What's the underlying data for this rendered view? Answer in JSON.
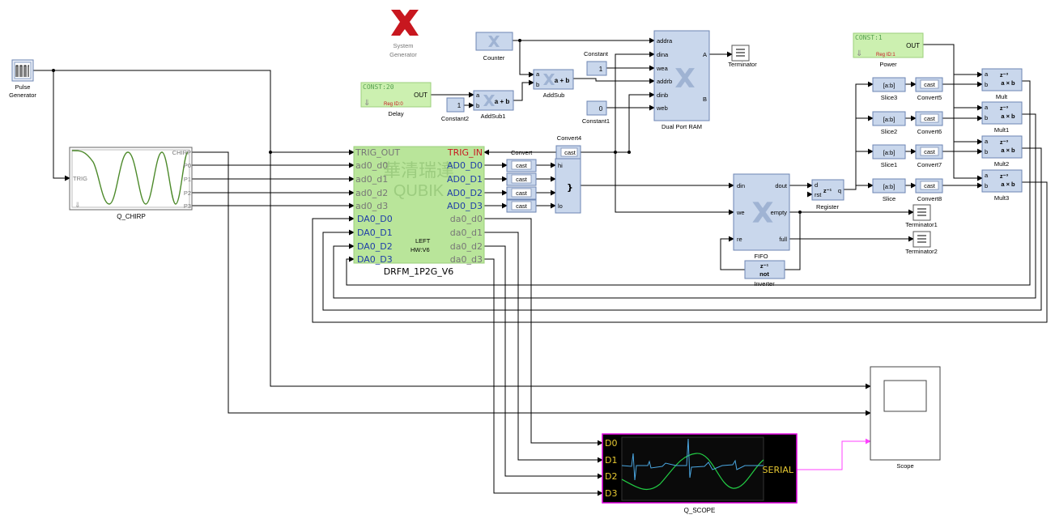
{
  "logo": {
    "line1": "System",
    "line2": "Generator"
  },
  "pulse_generator": {
    "label": "Pulse\nGenerator",
    "line1": "Pulse",
    "line2": "Generator"
  },
  "q_chirp": {
    "label": "Q_CHIRP",
    "in_port": "TRIG",
    "out_ports": [
      "CHIRP",
      "P0",
      "P1",
      "P2",
      "P3"
    ]
  },
  "drfm": {
    "label": "DRFM_1P2G_V6",
    "in_ports": [
      "TRIG_OUT",
      "ad0_d0",
      "ad0_d1",
      "ad0_d2",
      "ad0_d3",
      "DA0_D0",
      "DA0_D1",
      "DA0_D2",
      "DA0_D3"
    ],
    "out_ports": [
      "TRIG_IN",
      "AD0_D0",
      "AD0_D1",
      "AD0_D2",
      "AD0_D3",
      "da0_d0",
      "da0_d1",
      "da0_d2",
      "da0_d3"
    ],
    "watermark": "華清瑞達",
    "watermark_brand": "QUBIK",
    "small1": "LEFT",
    "small2": "HW:V6"
  },
  "delay": {
    "label": "Delay",
    "const": "CONST:20",
    "reg": "Reg ID:0",
    "out": "OUT"
  },
  "power": {
    "label": "Power",
    "const": "CONST:1",
    "reg": "Reg ID:1",
    "out": "OUT"
  },
  "counter": {
    "label": "Counter"
  },
  "constant2": {
    "label": "Constant2",
    "value": "1"
  },
  "addsub1": {
    "label": "AddSub1",
    "op": "a + b",
    "a": "a",
    "b": "b"
  },
  "addsub": {
    "label": "AddSub",
    "op": "a + b",
    "a": "a",
    "b": "b"
  },
  "constant": {
    "label": "Constant",
    "value": "1"
  },
  "constant1": {
    "label": "Constant1",
    "value": "0"
  },
  "dpram": {
    "label": "Dual Port RAM",
    "in_ports": [
      "addra",
      "dina",
      "wea",
      "addrb",
      "dinb",
      "web"
    ],
    "out_ports": [
      "A",
      "B"
    ]
  },
  "terminator": {
    "label": "Terminator"
  },
  "convert_lbl": "Convert",
  "convert4": {
    "label": "Convert4",
    "text": "cast"
  },
  "casts": [
    "cast",
    "cast",
    "cast",
    "cast"
  ],
  "concat": {
    "hi": "hi",
    "lo": "lo",
    "sym": "}"
  },
  "fifo": {
    "label": "FIFO",
    "in_ports": [
      "din",
      "we",
      "re"
    ],
    "out_ports": [
      "dout",
      "empty",
      "full"
    ]
  },
  "register": {
    "label": "Register",
    "d": "d",
    "rst": "rst",
    "q": "q",
    "sym": "z⁻¹"
  },
  "inverter": {
    "label": "Inverter",
    "sym1": "z⁻¹",
    "sym2": "not"
  },
  "terminator1": {
    "label": "Terminator1"
  },
  "terminator2": {
    "label": "Terminator2"
  },
  "slices": [
    {
      "label": "Slice3",
      "sym": "[a:b]"
    },
    {
      "label": "Slice2",
      "sym": "[a:b]"
    },
    {
      "label": "Slice1",
      "sym": "[a:b]"
    },
    {
      "label": "Slice",
      "sym": "[a:b]"
    }
  ],
  "converts": [
    {
      "label": "Convert5",
      "sym": "cast"
    },
    {
      "label": "Convert6",
      "sym": "cast"
    },
    {
      "label": "Convert7",
      "sym": "cast"
    },
    {
      "label": "Convert8",
      "sym": "cast"
    }
  ],
  "mults": [
    {
      "label": "Mult",
      "sym": "z⁻³",
      "op": "a × b"
    },
    {
      "label": "Mult1",
      "sym": "z⁻³",
      "op": "a × b"
    },
    {
      "label": "Mult2",
      "sym": "z⁻³",
      "op": "a × b"
    },
    {
      "label": "Mult3",
      "sym": "z⁻³",
      "op": "a × b"
    }
  ],
  "scope": {
    "label": "Scope"
  },
  "q_scope": {
    "label": "Q_SCOPE",
    "ports": [
      "D0",
      "D1",
      "D2",
      "D3"
    ],
    "serial": "SERIAL"
  },
  "colors": {
    "drfm_fill": "#b9e59a",
    "gateway_green": "#ccf0b0",
    "block_blue": "#c9d7ec",
    "chirp_wave": "#4d8a2b",
    "scope_border": "#e000e0",
    "magenta_wire": "#ff40ff",
    "xilinx_red": "#c8171f",
    "port_blue": "#1f3ea8"
  }
}
